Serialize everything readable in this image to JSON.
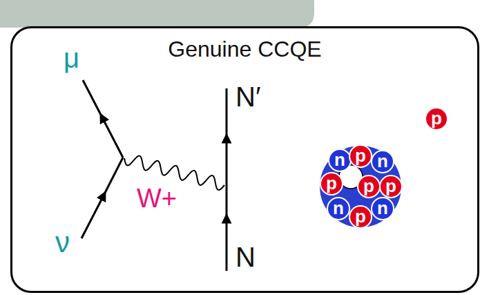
{
  "diagram": {
    "nodes": [
      {
        "text": [
          "Genuine CCQE"
        ]
      },
      {
        "text": [
          "n"
        ],
        "in": 0
      },
      {
        "text": [
          "p"
        ],
        "in": 0
      },
      {
        "text": [
          "n"
        ],
        "in": 0
      },
      {
        "text": [
          "p"
        ],
        "in": 0
      },
      {
        "text": [
          "p"
        ],
        "in": 0
      },
      {
        "text": [
          "p"
        ],
        "in": 0
      },
      {
        "text": [
          "n"
        ],
        "in": 0
      },
      {
        "text": [
          "p"
        ],
        "in": 0
      },
      {
        "text": [
          "n"
        ],
        "in": 0
      },
      {
        "text": [
          "p"
        ],
        "in": 0
      }
    ],
    "labels": [
      "μ",
      "N′",
      "W+",
      "ν",
      "N"
    ]
  }
}
